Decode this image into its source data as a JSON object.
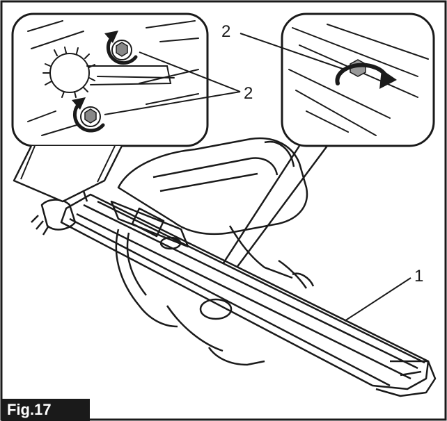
{
  "figure": {
    "label": "Fig.17"
  },
  "callouts": {
    "magazine": "1",
    "bolt_right_inset": "2",
    "bolts_left_inset": "2"
  },
  "colors": {
    "ink": "#1a1a1a",
    "background": "#ffffff"
  }
}
